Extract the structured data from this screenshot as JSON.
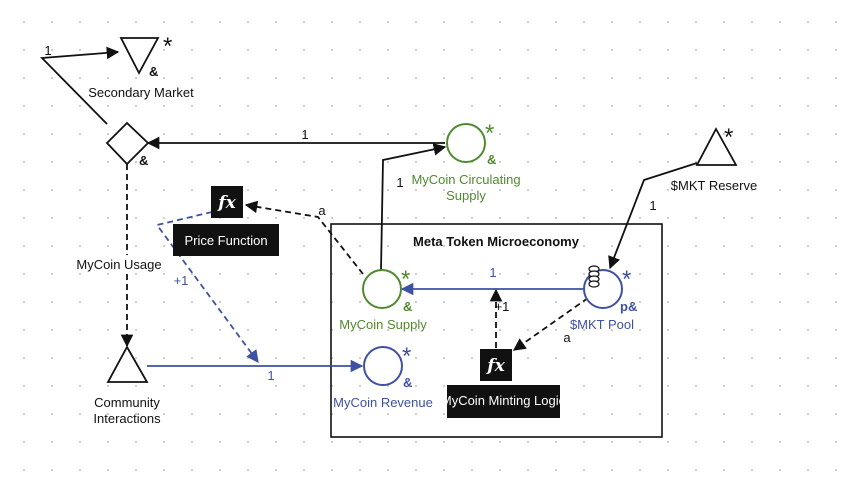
{
  "colors": {
    "green": "#4f8a2f",
    "blue": "#3e51a3",
    "black": "#111111"
  },
  "container": {
    "title": "Meta Token Microeconomy"
  },
  "nodes": {
    "secondary_market": {
      "label": "Secondary Market",
      "marker": "*",
      "amp": "&"
    },
    "usage_gate": {
      "amp": "&"
    },
    "circulating_supply": {
      "label_line1": "MyCoin Circulating",
      "label_line2": "Supply",
      "marker": "*",
      "amp": "&"
    },
    "mkt_reserve": {
      "label": "$MKT Reserve",
      "marker": "*"
    },
    "price_function": {
      "icon_text": "fx",
      "label": "Price Function"
    },
    "mycoin_supply": {
      "label": "MyCoin Supply",
      "marker": "*",
      "amp": "&"
    },
    "mkt_pool": {
      "label": "$MKT Pool",
      "marker": "*",
      "tag": "p&"
    },
    "mycoin_revenue": {
      "label": "MyCoin Revenue",
      "marker": "*",
      "amp": "&"
    },
    "community_interactions": {
      "label_line1": "Community",
      "label_line2": "Interactions"
    },
    "minting_logic": {
      "icon_text": "fx",
      "label": "MyCoin Minting Logic"
    }
  },
  "edge_labels": {
    "market_loop": "1",
    "gate_to_circulating": "1",
    "supply_to_circulating": "1",
    "reserve_to_pool": "1",
    "pool_to_supply": "1",
    "community_to_revenue": "1",
    "supply_to_price": "a",
    "pool_to_minting": "a",
    "price_to_revenue": "+1",
    "minting_to_flow": "+1",
    "usage": "MyCoin Usage"
  }
}
